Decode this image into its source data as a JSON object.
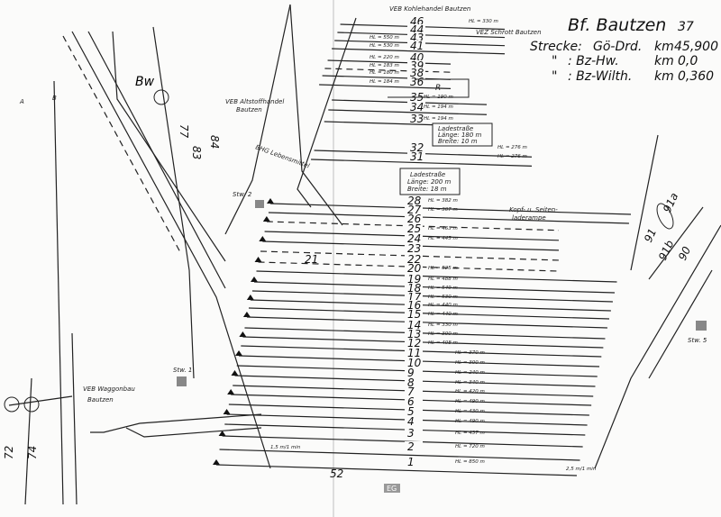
{
  "header": {
    "station": "Bf. Bautzen",
    "page_number": "37",
    "lines": [
      {
        "prefix": "Strecke:",
        "route": "Gö-Drd.",
        "unit": "km",
        "km": "45,900"
      },
      {
        "prefix": "\"",
        "route": ": Bz-Hw.",
        "unit": "km",
        "km": "0,0"
      },
      {
        "prefix": "\"",
        "route": ": Bz-Wilth.",
        "unit": "km",
        "km": "0,360"
      }
    ]
  },
  "tracks": [
    {
      "no": "46",
      "hl": "HL = 330 m"
    },
    {
      "no": "44",
      "hl": ""
    },
    {
      "no": "43",
      "hl": "HL = 550 m"
    },
    {
      "no": "41",
      "hl": "HL = 530 m"
    },
    {
      "no": "40",
      "hl": "HL = 220 m"
    },
    {
      "no": "39",
      "hl": "HL = 183 m"
    },
    {
      "no": "38",
      "hl": "HL = 180 m"
    },
    {
      "no": "36",
      "hl": "HL = 184 m"
    },
    {
      "no": "35",
      "hl": "HL = 190 m"
    },
    {
      "no": "34",
      "hl": "HL = 194 m"
    },
    {
      "no": "33",
      "hl": "HL = 194 m"
    },
    {
      "no": "32",
      "hl": "HL = 276 m"
    },
    {
      "no": "31",
      "hl": "HL = 276 m"
    },
    {
      "no": "28",
      "hl": "HL = 382 m"
    },
    {
      "no": "27",
      "hl": "HL = 307 m"
    },
    {
      "no": "26",
      "hl": ""
    },
    {
      "no": "25",
      "hl": "HL = 463 m"
    },
    {
      "no": "24",
      "hl": "HL = 445 m"
    },
    {
      "no": "23",
      "hl": ""
    },
    {
      "no": "22",
      "hl": ""
    },
    {
      "no": "20",
      "hl": "HL = 525 m"
    },
    {
      "no": "19",
      "hl": "HL = 488 m"
    },
    {
      "no": "18",
      "hl": "HL = 549 m"
    },
    {
      "no": "17",
      "hl": "HL = 530 m"
    },
    {
      "no": "16",
      "hl": "HL = 440 m"
    },
    {
      "no": "15",
      "hl": "HL = 440 m"
    },
    {
      "no": "14",
      "hl": "HL = 330 m"
    },
    {
      "no": "13",
      "hl": "HL = 300 m"
    },
    {
      "no": "12",
      "hl": "HL = 408 m"
    },
    {
      "no": "11",
      "hl": "HL = 370 m"
    },
    {
      "no": "10",
      "hl": "HL = 300 m"
    },
    {
      "no": "9",
      "hl": "HL = 240 m"
    },
    {
      "no": "8",
      "hl": "HL = 340 m"
    },
    {
      "no": "7",
      "hl": "HL = 420 m"
    },
    {
      "no": "6",
      "hl": "HL = 490 m"
    },
    {
      "no": "5",
      "hl": "HL = 430 m"
    },
    {
      "no": "4",
      "hl": "HL = 490 m"
    },
    {
      "no": "3",
      "hl": "HL = 437 m"
    },
    {
      "no": "2",
      "hl": "HL = 720 m"
    },
    {
      "no": "1",
      "hl": "HL = 850 m"
    }
  ],
  "labels": {
    "kohlehandel": "VEB Kohlehandel Bautzen",
    "schrott": "VEZ Schrott Bautzen",
    "bw": "Bw",
    "altstoff": "VEB Altstoffhandel",
    "altstoff2": "Bautzen",
    "lebensmittel": "BHG Lebensmittel",
    "waggonbau": "VEB Waggonbau",
    "waggonbau2": "Bautzen",
    "ladestrasse1": [
      "Ladestraße",
      "Länge: 180 m",
      "Breite: 10 m"
    ],
    "ladestrasse2": [
      "Ladestraße",
      "Länge: 200 m",
      "Breite: 18 m"
    ],
    "rampe": [
      "Kopf- u. Seiten-",
      "laderampe"
    ],
    "r": "R",
    "stw1": "Stw. 1",
    "stw2": "Stw. 2",
    "stw5": "Stw. 5",
    "eg": "EG",
    "t21": "21",
    "t52": "52",
    "t91": "91",
    "t91a": "91a",
    "t91b": "91b",
    "t90": "90",
    "t72": "72",
    "t74": "74",
    "t77": "77",
    "t83": "83",
    "t84": "84",
    "a": "A",
    "b": "B",
    "grade1": "1,5 m/1 min",
    "grade2": "2,5 m/1 min"
  }
}
